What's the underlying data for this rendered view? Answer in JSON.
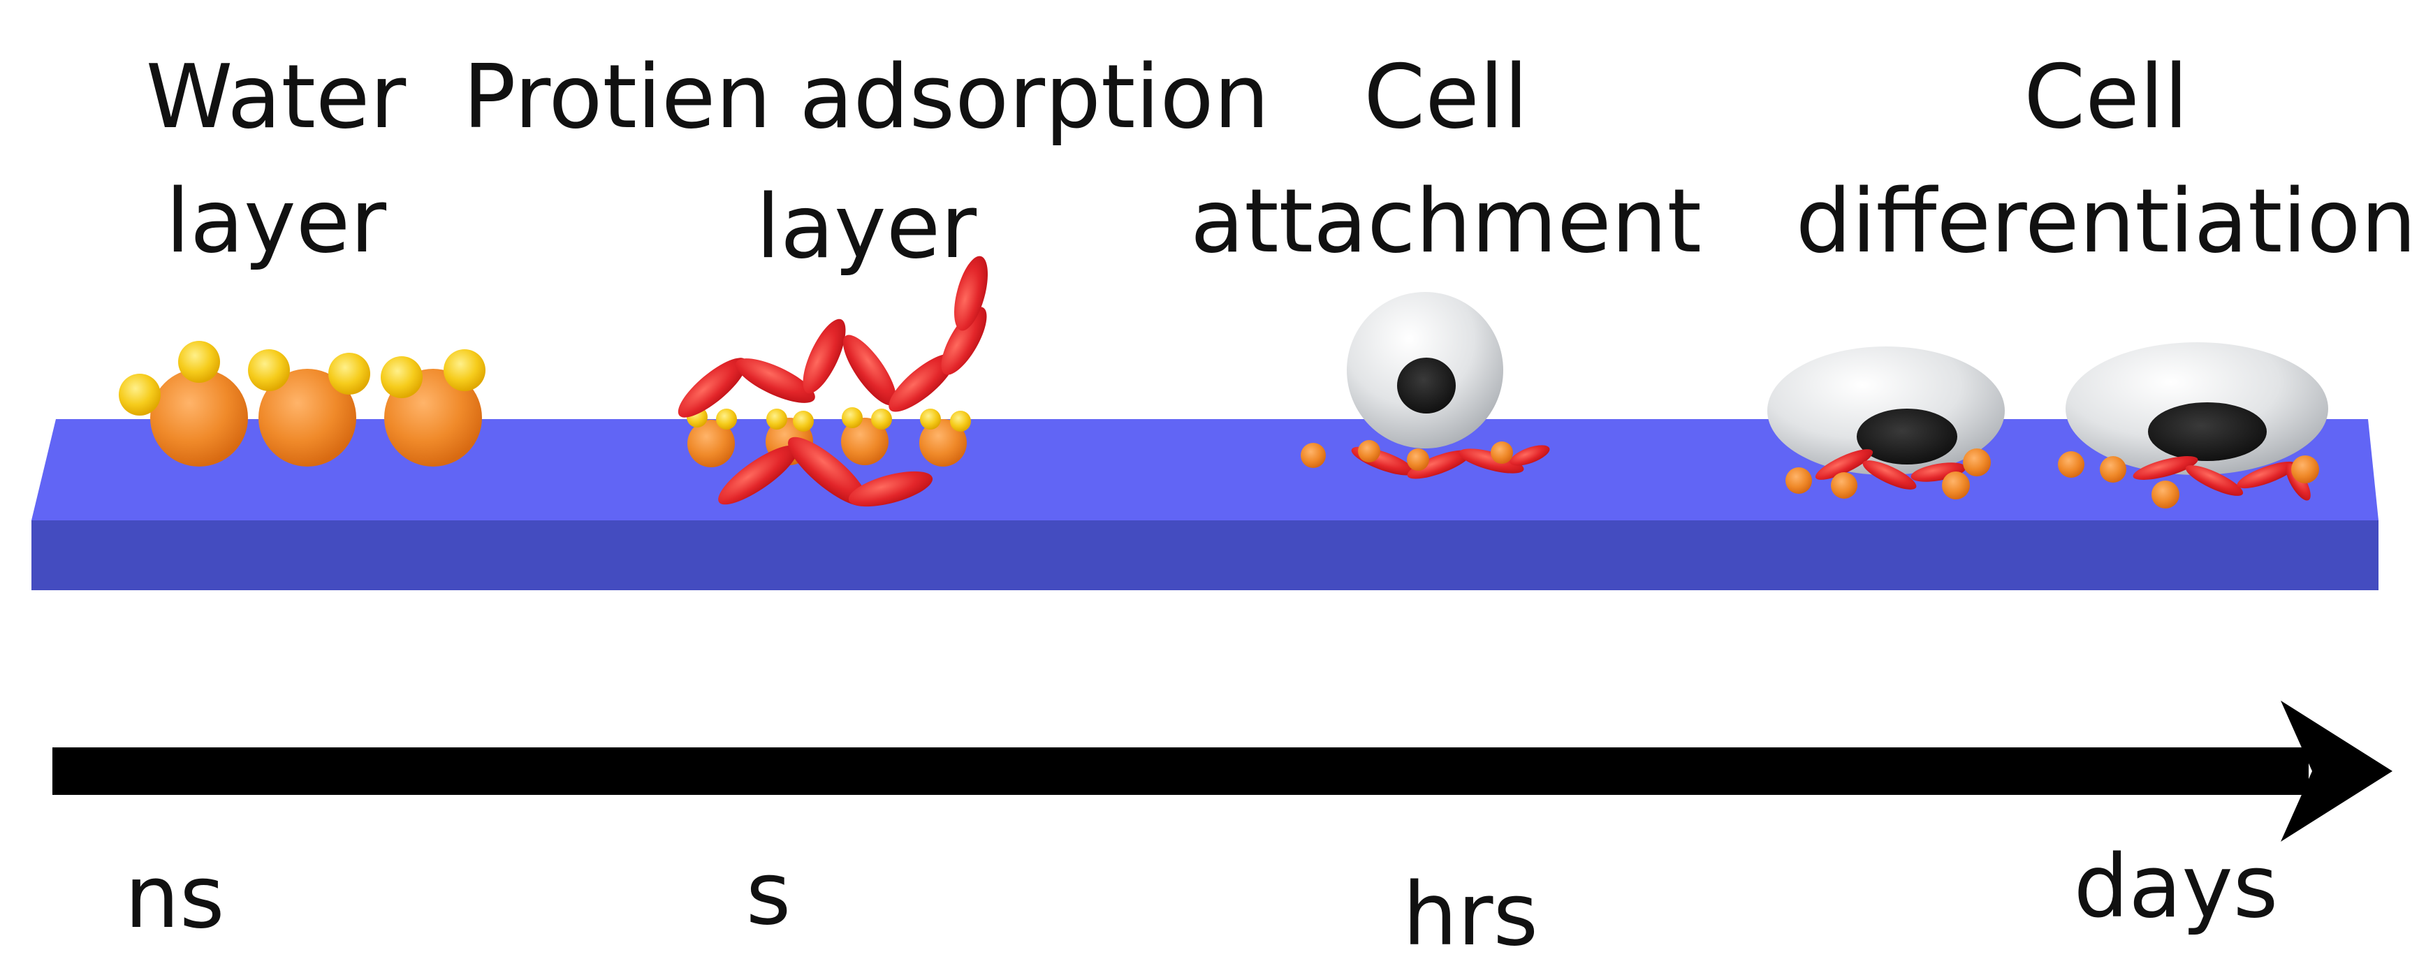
{
  "diagram": {
    "stages": [
      {
        "line1": "Water",
        "line2": "layer"
      },
      {
        "line1": "Protien adsorption",
        "line2": "layer"
      },
      {
        "line1": "Cell",
        "line2": "attachment"
      },
      {
        "line1": "Cell",
        "line2": "differentiation"
      }
    ],
    "timescale": [
      "ns",
      "s",
      "hrs",
      "days"
    ],
    "colors": {
      "substrate_top": "#6165f5",
      "substrate_front": "#444cc0",
      "water_orange": "#f08a2a",
      "water_yellow": "#f6cc1c",
      "protein_red": "#e3262a",
      "cell_grey": "#e2e4e6",
      "nucleus": "#262626",
      "arrow": "#000000"
    }
  }
}
